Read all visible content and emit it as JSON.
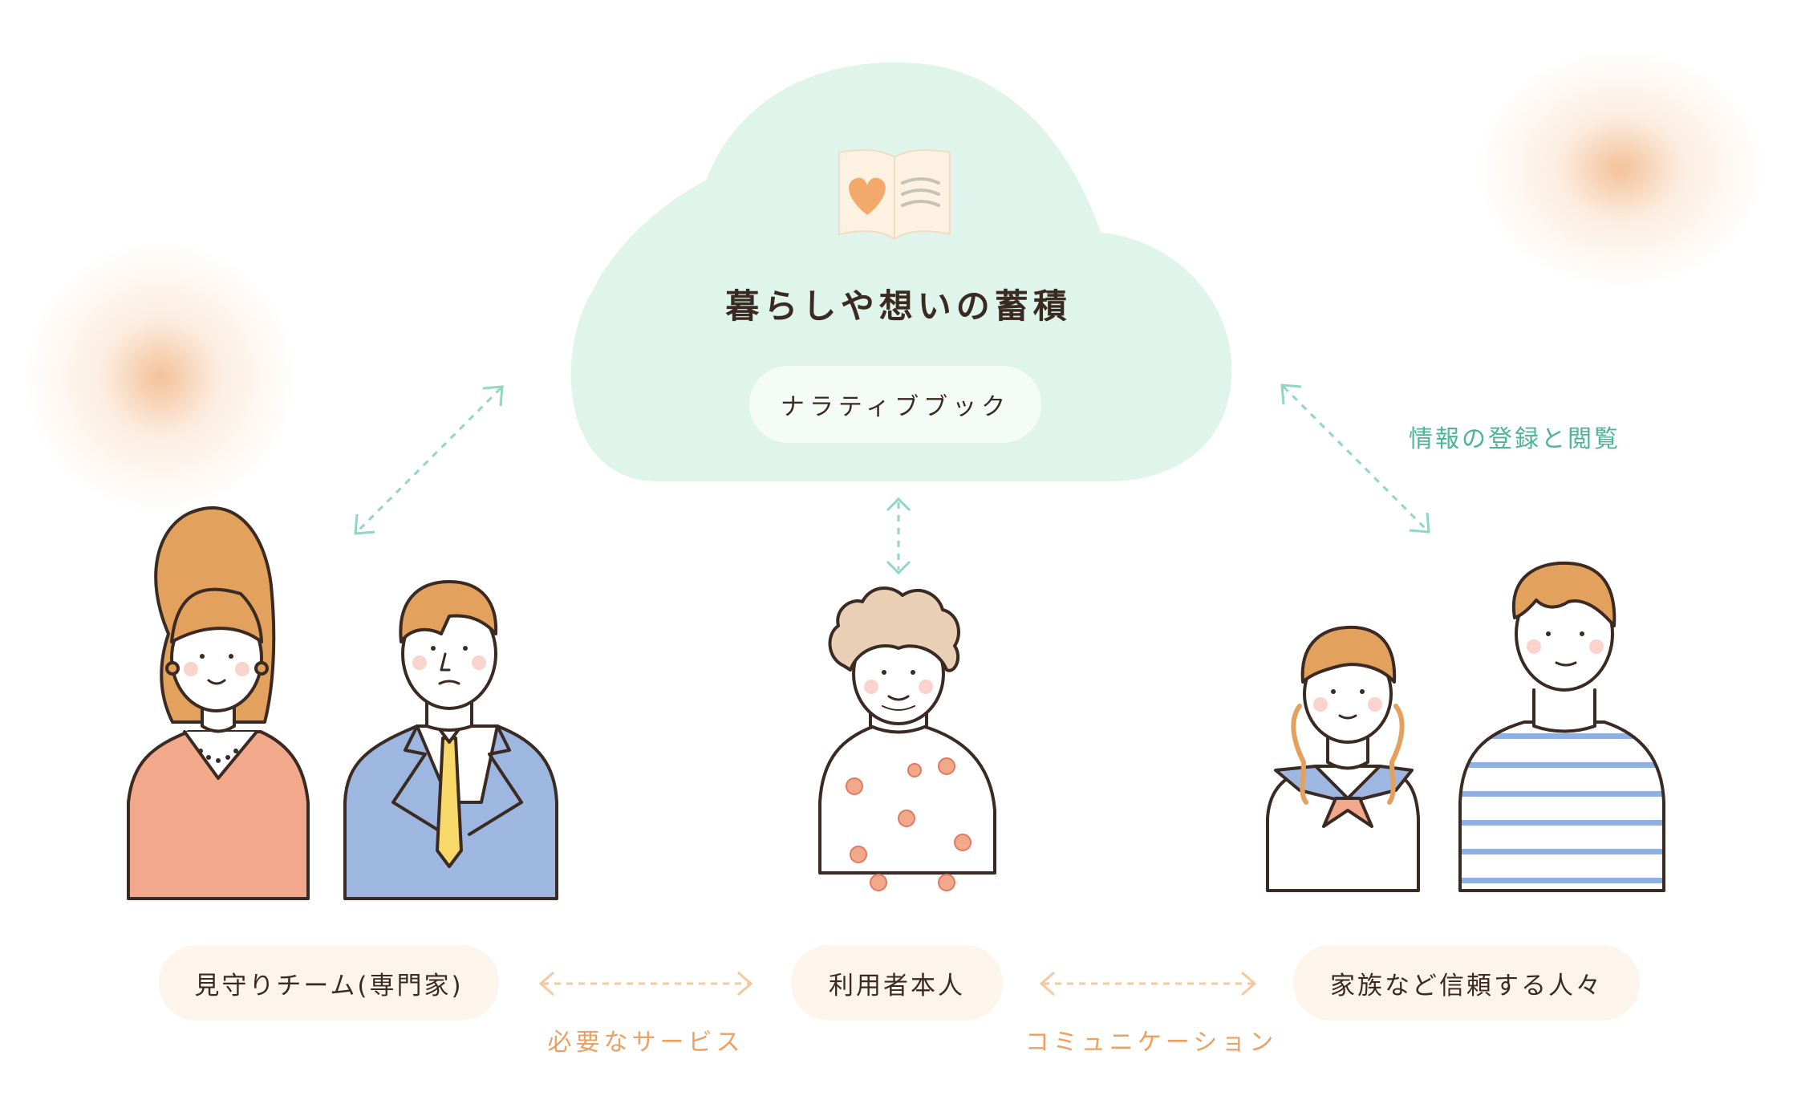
{
  "cloud": {
    "title": "暮らしや想いの蓄積",
    "pill_label": "ナラティブブック",
    "icon": "open-book-heart-icon",
    "color": "#dff4ea"
  },
  "labels": {
    "info": "情報の登録と閲覧",
    "services": "必要なサービス",
    "communication": "コミュニケーション"
  },
  "groups": [
    {
      "label": "見守りチーム(専門家)"
    },
    {
      "label": "利用者本人"
    },
    {
      "label": "家族など信頼する人々"
    }
  ],
  "colors": {
    "green_arrow": "#8fd8bd",
    "orange_arrow": "#f5c9a0",
    "green_text": "#4cb592",
    "orange_text": "#eda062",
    "pill_bg": "#fdf4ec",
    "outline": "#3a2a22"
  }
}
